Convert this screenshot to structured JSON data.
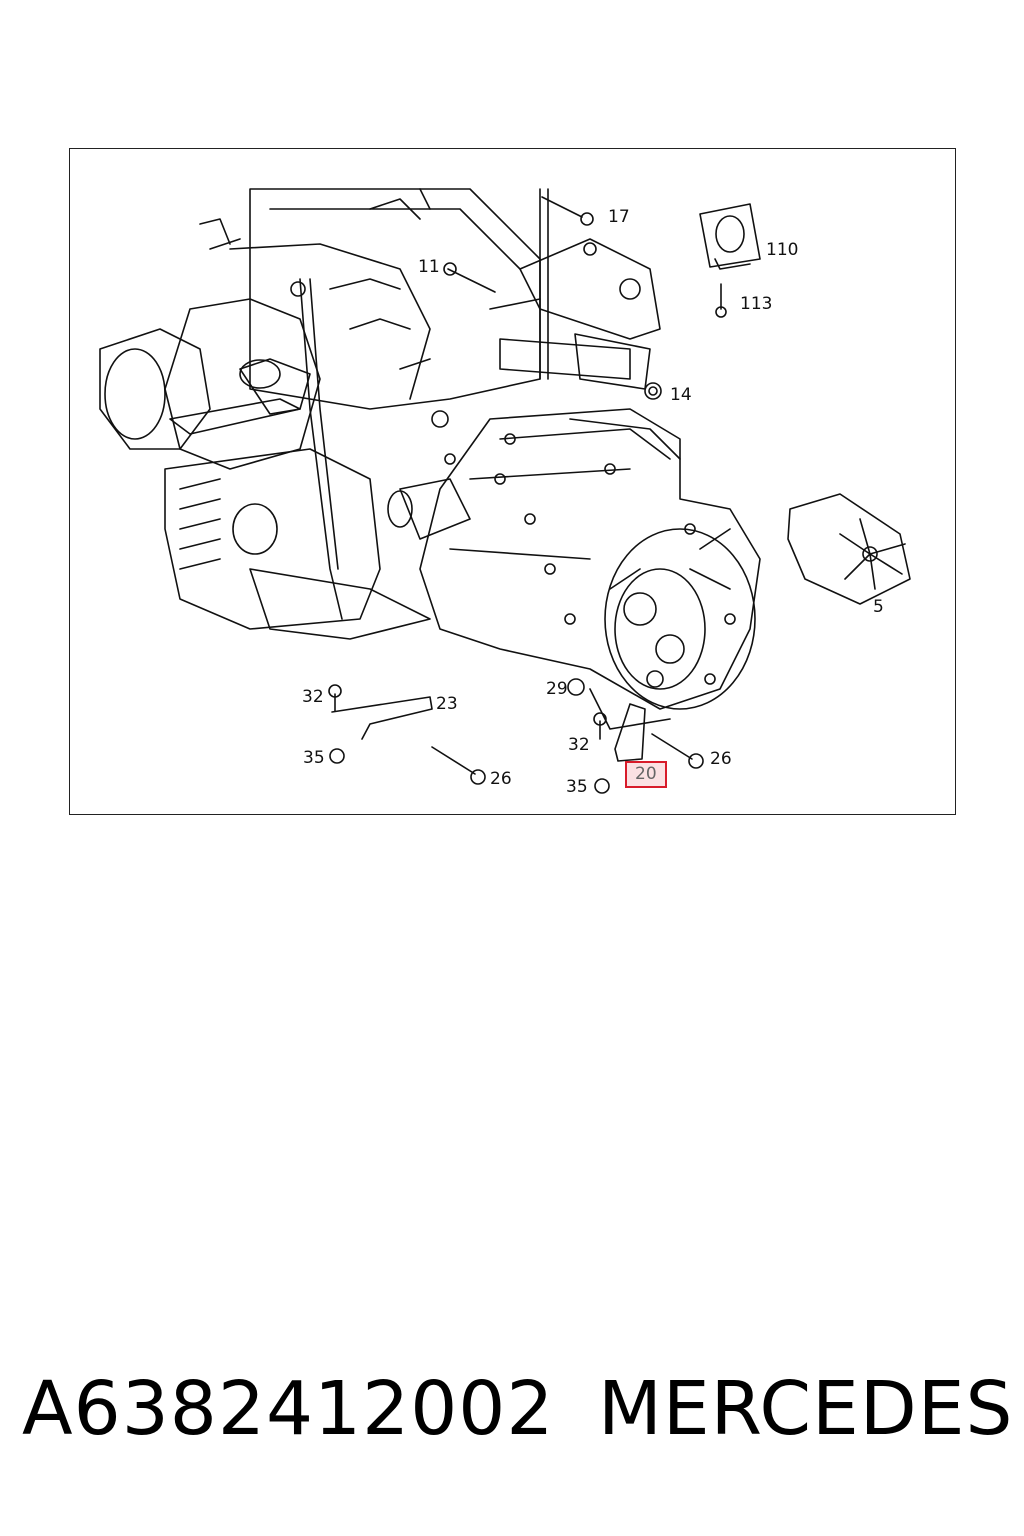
{
  "diagram": {
    "callouts": {
      "c17": "17",
      "c110": "110",
      "c11": "11",
      "c113": "113",
      "c14": "14",
      "c5": "5",
      "c29": "29",
      "c32a": "32",
      "c23": "23",
      "c35a": "35",
      "c26a": "26",
      "c32b": "32",
      "c26b": "26",
      "c35b": "35",
      "c20": "20"
    },
    "highlighted_callout": "20",
    "highlight_color": "#d81b2a"
  },
  "footer": {
    "part_number": "A6382412002",
    "brand": "MERCEDES"
  }
}
